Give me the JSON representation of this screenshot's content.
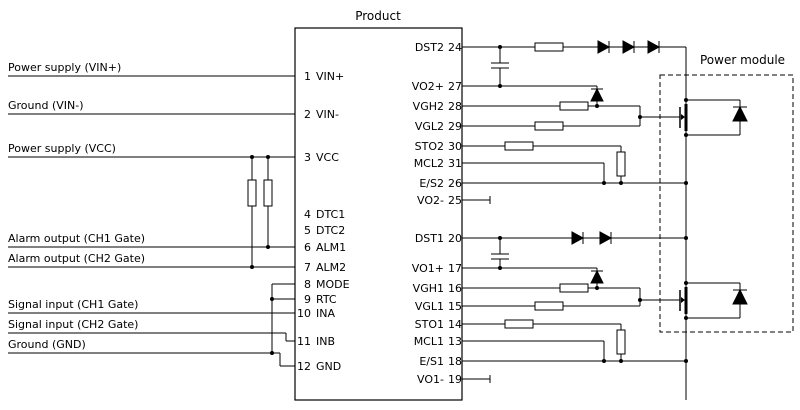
{
  "title": "Product",
  "power_module": {
    "label": "Power module"
  },
  "colors": {
    "ink": "#000000",
    "background": "#ffffff"
  },
  "left_labels": [
    {
      "text": "Power supply (VIN+)"
    },
    {
      "text": "Ground (VIN-)"
    },
    {
      "text": "Power supply (VCC)"
    },
    {
      "text": "Alarm output (CH1 Gate)"
    },
    {
      "text": "Alarm output (CH2 Gate)"
    },
    {
      "text": "Signal input (CH1 Gate)"
    },
    {
      "text": "Signal input (CH2 Gate)"
    },
    {
      "text": "Ground (GND)"
    }
  ],
  "ic": {
    "left_pins": [
      {
        "num": "1",
        "name": "VIN+"
      },
      {
        "num": "2",
        "name": "VIN-"
      },
      {
        "num": "3",
        "name": "VCC"
      },
      {
        "num": "4",
        "name": "DTC1"
      },
      {
        "num": "5",
        "name": "DTC2"
      },
      {
        "num": "6",
        "name": "ALM1"
      },
      {
        "num": "7",
        "name": "ALM2"
      },
      {
        "num": "8",
        "name": "MODE"
      },
      {
        "num": "9",
        "name": "RTC"
      },
      {
        "num": "10",
        "name": "INA"
      },
      {
        "num": "11",
        "name": "INB"
      },
      {
        "num": "12",
        "name": "GND"
      }
    ],
    "right_pins": [
      {
        "name": "DST2",
        "num": "24"
      },
      {
        "name": "VO2+",
        "num": "27"
      },
      {
        "name": "VGH2",
        "num": "28"
      },
      {
        "name": "VGL2",
        "num": "29"
      },
      {
        "name": "STO2",
        "num": "30"
      },
      {
        "name": "MCL2",
        "num": "31"
      },
      {
        "name": "E/S2",
        "num": "26"
      },
      {
        "name": "VO2-",
        "num": "25"
      },
      {
        "name": "DST1",
        "num": "20"
      },
      {
        "name": "VO1+",
        "num": "17"
      },
      {
        "name": "VGH1",
        "num": "16"
      },
      {
        "name": "VGL1",
        "num": "15"
      },
      {
        "name": "STO1",
        "num": "14"
      },
      {
        "name": "MCL1",
        "num": "13"
      },
      {
        "name": "E/S1",
        "num": "18"
      },
      {
        "name": "VO1-",
        "num": "19"
      }
    ]
  }
}
